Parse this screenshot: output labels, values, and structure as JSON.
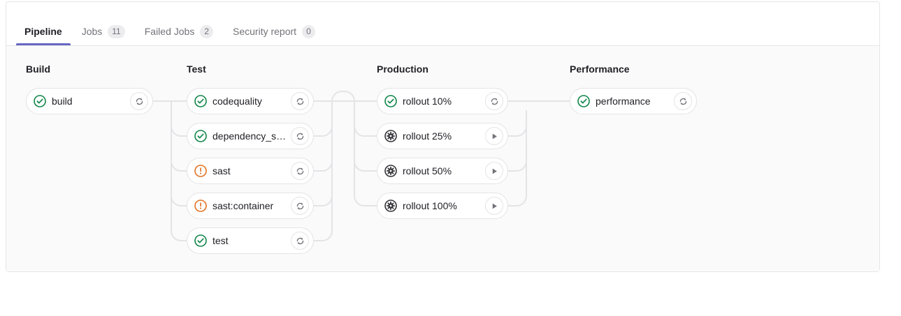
{
  "tabs": [
    {
      "label": "Pipeline",
      "badge": null,
      "active": true
    },
    {
      "label": "Jobs",
      "badge": "11",
      "active": false
    },
    {
      "label": "Failed Jobs",
      "badge": "2",
      "active": false
    },
    {
      "label": "Security report",
      "badge": "0",
      "active": false
    }
  ],
  "colors": {
    "accent": "#6666c4",
    "success": "#108548",
    "warning": "#e17223",
    "manual": "#333238",
    "card_bg": "#ffffff",
    "canvas_bg": "#fafafa",
    "border": "#e4e4e7"
  },
  "pipeline": {
    "stages": [
      {
        "name": "Build",
        "jobs": [
          {
            "name": "build",
            "status": "success",
            "action": "retry-icon"
          }
        ]
      },
      {
        "name": "Test",
        "jobs": [
          {
            "name": "codequality",
            "status": "success",
            "action": "retry-icon"
          },
          {
            "name": "dependency_s…",
            "status": "success",
            "action": "retry-icon"
          },
          {
            "name": "sast",
            "status": "warning",
            "action": "retry-icon"
          },
          {
            "name": "sast:container",
            "status": "warning",
            "action": "retry-icon"
          },
          {
            "name": "test",
            "status": "success",
            "action": "retry-icon"
          }
        ]
      },
      {
        "name": "Production",
        "jobs": [
          {
            "name": "rollout 10%",
            "status": "success",
            "action": "retry-icon"
          },
          {
            "name": "rollout 25%",
            "status": "manual",
            "action": "play-icon"
          },
          {
            "name": "rollout 50%",
            "status": "manual",
            "action": "play-icon"
          },
          {
            "name": "rollout 100%",
            "status": "manual",
            "action": "play-icon"
          }
        ]
      },
      {
        "name": "Performance",
        "jobs": [
          {
            "name": "performance",
            "status": "success",
            "action": "retry-icon"
          }
        ]
      }
    ]
  }
}
